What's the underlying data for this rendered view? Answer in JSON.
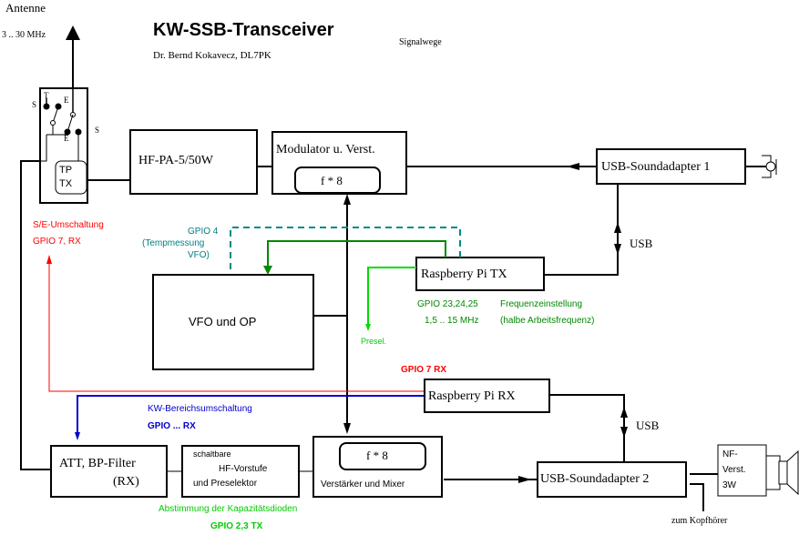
{
  "title": "KW-SSB-Transceiver",
  "author": "Dr. Bernd Kokavecz, DL7PK",
  "subtitle": "Signalwege",
  "antenna": {
    "label": "Antenne",
    "range": "3 .. 30 MHz"
  },
  "switch": {
    "s_left": "S",
    "t": "T",
    "e_top": "E",
    "e_bottom": "E",
    "s_right": "S",
    "tp_line1": "TP",
    "tp_line2": "TX"
  },
  "blocks": {
    "hfpa": "HF-PA-5/50W",
    "modulator": "Modulator u. Verst.",
    "modulator_mult": "f * 8",
    "usb_sound1": "USB-Soundadapter 1",
    "rpi_tx": "Raspberry Pi TX",
    "vfo": "VFO und OP",
    "rpi_rx": "Raspberry Pi RX",
    "att": {
      "line1": "ATT, BP-Filter",
      "line2": "(RX)"
    },
    "hf_vorstufe": {
      "line1": "schaltbare",
      "line2": "HF-Vorstufe",
      "line3": "und Preselektor"
    },
    "mixer_mult": "f * 8",
    "mixer": "Verstärker und Mixer",
    "usb_sound2": "USB-Soundadapter 2",
    "nf_amp": {
      "line1": "NF-",
      "line2": "Verst.",
      "line3": "3W"
    }
  },
  "labels": {
    "usb1": "USB",
    "usb2": "USB",
    "se_umschaltung": "S/E-Umschaltung",
    "gpio7_rx_left": "GPIO 7, RX",
    "gpio4": "GPIO 4",
    "tempmessung": "(Tempmessung",
    "vfo_paren": "VFO)",
    "gpio_tx": "GPIO 23,24,25",
    "freq_einstellung": "Frequenzeinstellung",
    "freq_range": "1,5 .. 15 MHz",
    "halbe_freq": "(halbe Arbeitsfrequenz)",
    "presel": "Presel.",
    "gpio7_rx": "GPIO 7 RX",
    "kw_bereich": "KW-Bereichsumschaltung",
    "gpio_rx": "GPIO ... RX",
    "abstimmung": "Abstimmung der Kapazitätsdioden",
    "gpio23_tx": "GPIO 2,3 TX",
    "kopfhoerer": "zum Kopfhörer"
  },
  "colors": {
    "black": "#000000",
    "red": "#ff0000",
    "blue": "#0000cc",
    "green": "#008800",
    "light_green": "#00dd00",
    "teal": "#008888"
  }
}
